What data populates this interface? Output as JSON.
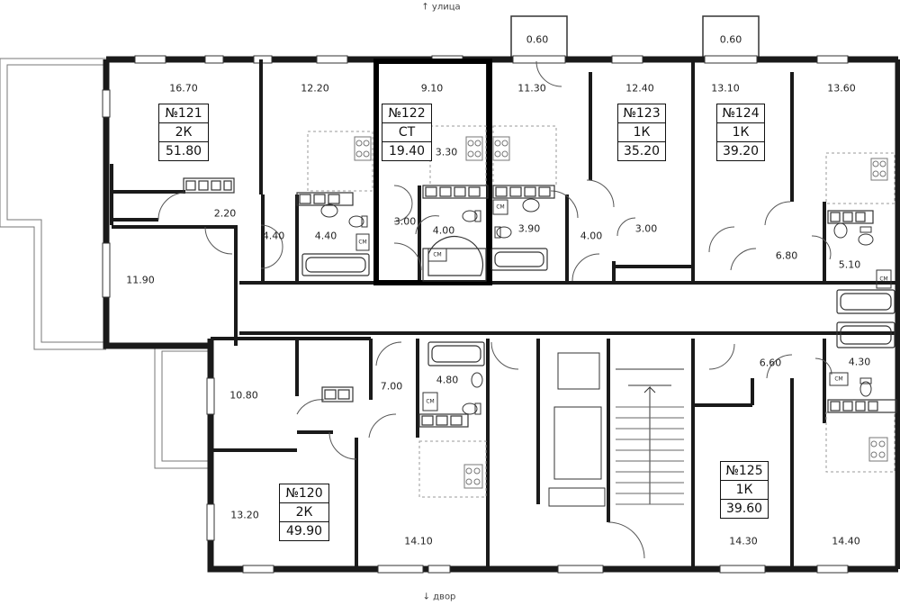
{
  "orientation": {
    "top": "↑ улица",
    "bottom": "↓ двор"
  },
  "appliance_tag": "СМ",
  "apartments": [
    {
      "id": "apt-121",
      "number": "№121",
      "type": "2К",
      "area": "51.80"
    },
    {
      "id": "apt-122",
      "number": "№122",
      "type": "СТ",
      "area": "19.40",
      "highlighted": true
    },
    {
      "id": "apt-123",
      "number": "№123",
      "type": "1К",
      "area": "35.20"
    },
    {
      "id": "apt-124",
      "number": "№124",
      "type": "1К",
      "area": "39.20"
    },
    {
      "id": "apt-120",
      "number": "№120",
      "type": "2К",
      "area": "49.90"
    },
    {
      "id": "apt-125",
      "number": "№125",
      "type": "1К",
      "area": "39.60"
    }
  ],
  "room_areas": [
    "0.60",
    "0.60",
    "16.70",
    "12.20",
    "9.10",
    "11.30",
    "12.40",
    "13.10",
    "13.60",
    "3.30",
    "2.20",
    "4.40",
    "4.40",
    "3.00",
    "4.00",
    "3.90",
    "4.00",
    "3.00",
    "6.80",
    "5.10",
    "11.90",
    "10.80",
    "7.00",
    "4.80",
    "6.60",
    "4.30",
    "13.20",
    "14.10",
    "14.30",
    "14.40"
  ],
  "colors": {
    "wall": "#1a1a1a",
    "highlight": "#000000",
    "fixture": "#888888"
  }
}
